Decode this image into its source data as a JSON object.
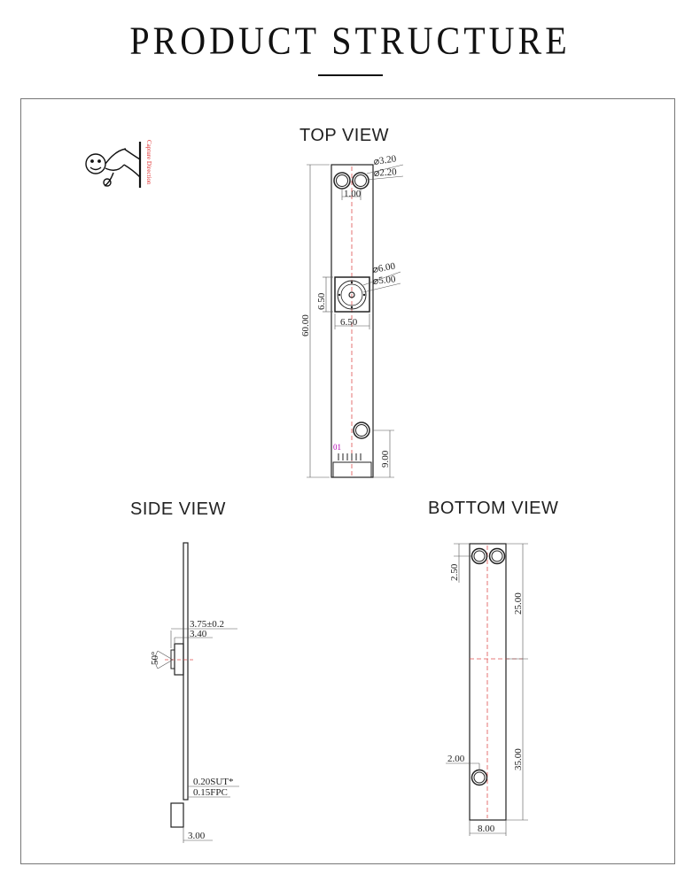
{
  "title": "PRODUCT  STRUCTURE",
  "views": {
    "top": "TOP VIEW",
    "side": "SIDE VIEW",
    "bottom": "BOTTOM  VIEW"
  },
  "logo_text": "Capture Direction",
  "top_view": {
    "dim_hole_outer": "⌀3.20",
    "dim_hole_inner": "⌀2.20",
    "dim_hole_pitch": "1.00",
    "dim_lens_outer": "⌀6.00",
    "dim_lens_inner": "⌀5.00",
    "dim_lens_height": "6.50",
    "dim_lens_width": "6.50",
    "dim_total_length": "60.00",
    "dim_connector": "9.00",
    "pin_label": "01"
  },
  "side_view": {
    "dim_lens_total": "3.75±0.2",
    "dim_lens_body": "3.40",
    "dim_angle": "50°",
    "dim_sut": "0.20SUT*",
    "dim_fpc": "0.15FPC",
    "dim_connector": "3.00"
  },
  "bottom_view": {
    "dim_top_offset": "2.50",
    "dim_upper_length": "25.00",
    "dim_hole_offset": "2.00",
    "dim_lower_length": "35.00",
    "dim_width": "8.00"
  },
  "colors": {
    "line": "#222222",
    "center_line": "#e05050",
    "pin_label": "#b000b0",
    "logo_text": "#e03030"
  }
}
